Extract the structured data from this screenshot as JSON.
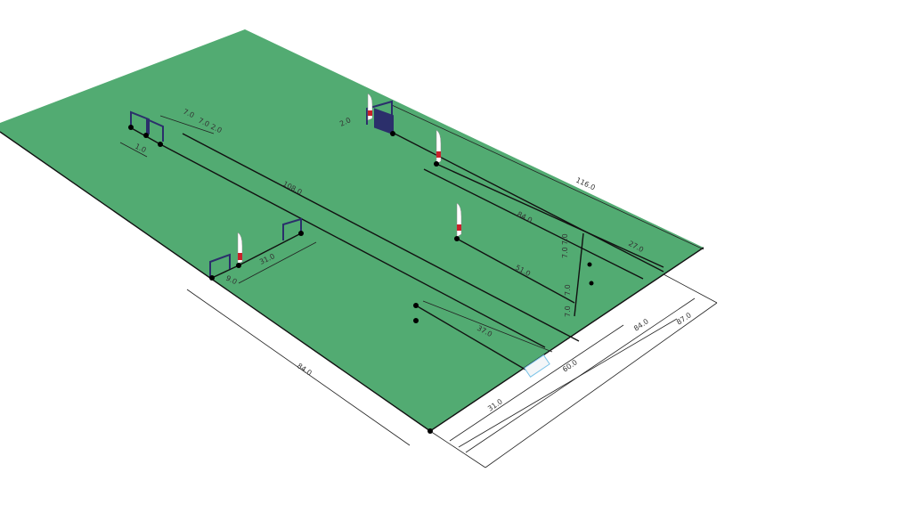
{
  "colors": {
    "field": "#52ab72",
    "edge": "#1a1a1a",
    "gate": "#2b2f6b",
    "flag_red": "#c8222a"
  },
  "dimensions": {
    "d_top_7a": "7.0",
    "d_top_7b": "7.0",
    "d_top_2": "2.0",
    "d_left_1": "1.0",
    "d_gate_2": "2.0",
    "d_108": "108.0",
    "d_31_gate": "31.0",
    "d_9": "9.0",
    "d_116": "116.0",
    "d_84_inner": "84.0",
    "d_51": "51.0",
    "d_27": "27.0",
    "d_7c": "7.0",
    "d_7d": "7.0",
    "d_7e": "7.0",
    "d_7f": "7.0",
    "d_37": "37.0",
    "d_31_bottom": "31.0",
    "d_60": "60.0",
    "d_84_bottom": "84.0",
    "d_87": "87.0",
    "d_84_left": "84.0"
  }
}
